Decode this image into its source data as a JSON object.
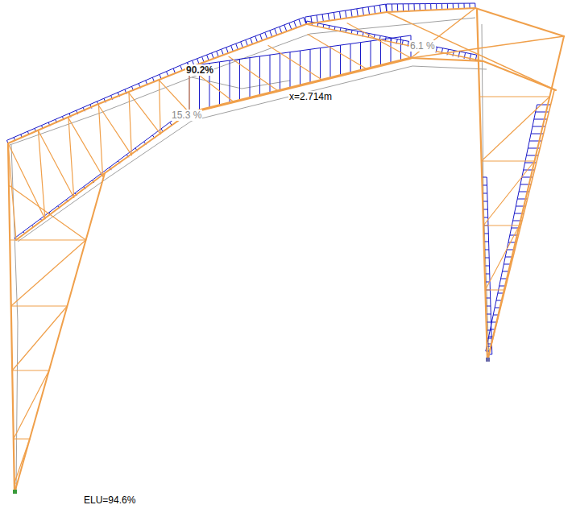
{
  "diagram": {
    "labels": [
      "90.2%",
      "x=2.714m",
      "6.1 %",
      "15.3 %",
      "ELU=94.6%"
    ]
  }
}
